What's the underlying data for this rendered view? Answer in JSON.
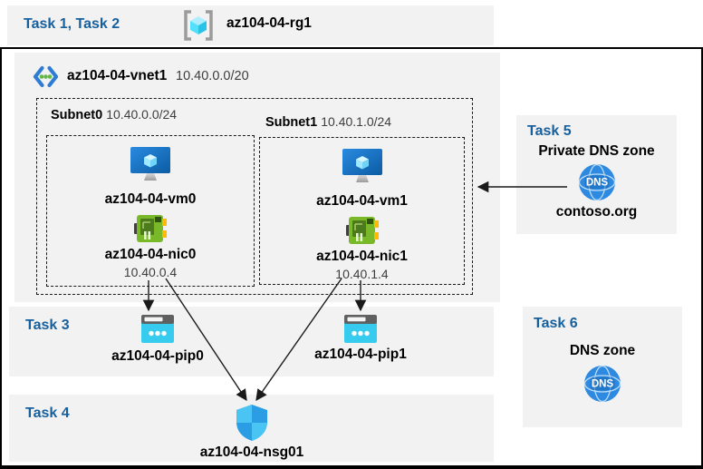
{
  "colors": {
    "band_background": "#f2f2f2",
    "task_label_blue": "#17609e",
    "border_black": "#000000",
    "azure_blue": "#0078d4",
    "cyan_accent": "#38cbf0",
    "nic_green": "#79b929",
    "dns_blue": "#2e8ae0"
  },
  "top_band": {
    "tasks_label": "Task 1, Task 2",
    "resource_group_icon": "resource-group-icon",
    "resource_group_name": "az104-04-rg1"
  },
  "vnet": {
    "icon": "virtual-network-icon",
    "name": "az104-04-vnet1",
    "cidr": "10.40.0.0/20",
    "subnets": [
      {
        "name": "Subnet0",
        "cidr": "10.40.0.0/24",
        "vm_icon": "virtual-machine-icon",
        "vm_name": "az104-04-vm0",
        "nic_icon": "network-interface-icon",
        "nic_name": "az104-04-nic0",
        "private_ip": "10.40.0.4"
      },
      {
        "name": "Subnet1",
        "cidr": "10.40.1.0/24",
        "vm_icon": "virtual-machine-icon",
        "vm_name": "az104-04-vm1",
        "nic_icon": "network-interface-icon",
        "nic_name": "az104-04-nic1",
        "private_ip": "10.40.1.4"
      }
    ]
  },
  "task3": {
    "label": "Task 3",
    "public_ips": [
      {
        "icon": "public-ip-icon",
        "name": "az104-04-pip0"
      },
      {
        "icon": "public-ip-icon",
        "name": "az104-04-pip1"
      }
    ]
  },
  "task4": {
    "label": "Task 4",
    "nsg_icon": "network-security-group-icon",
    "nsg_name": "az104-04-nsg01"
  },
  "task5": {
    "label": "Task 5",
    "title": "Private DNS zone",
    "dns_icon": "dns-zone-icon",
    "dns_badge": "DNS",
    "zone_name": "contoso.org"
  },
  "task6": {
    "label": "Task 6",
    "title": "DNS zone",
    "dns_icon": "dns-zone-icon",
    "dns_badge": "DNS"
  }
}
